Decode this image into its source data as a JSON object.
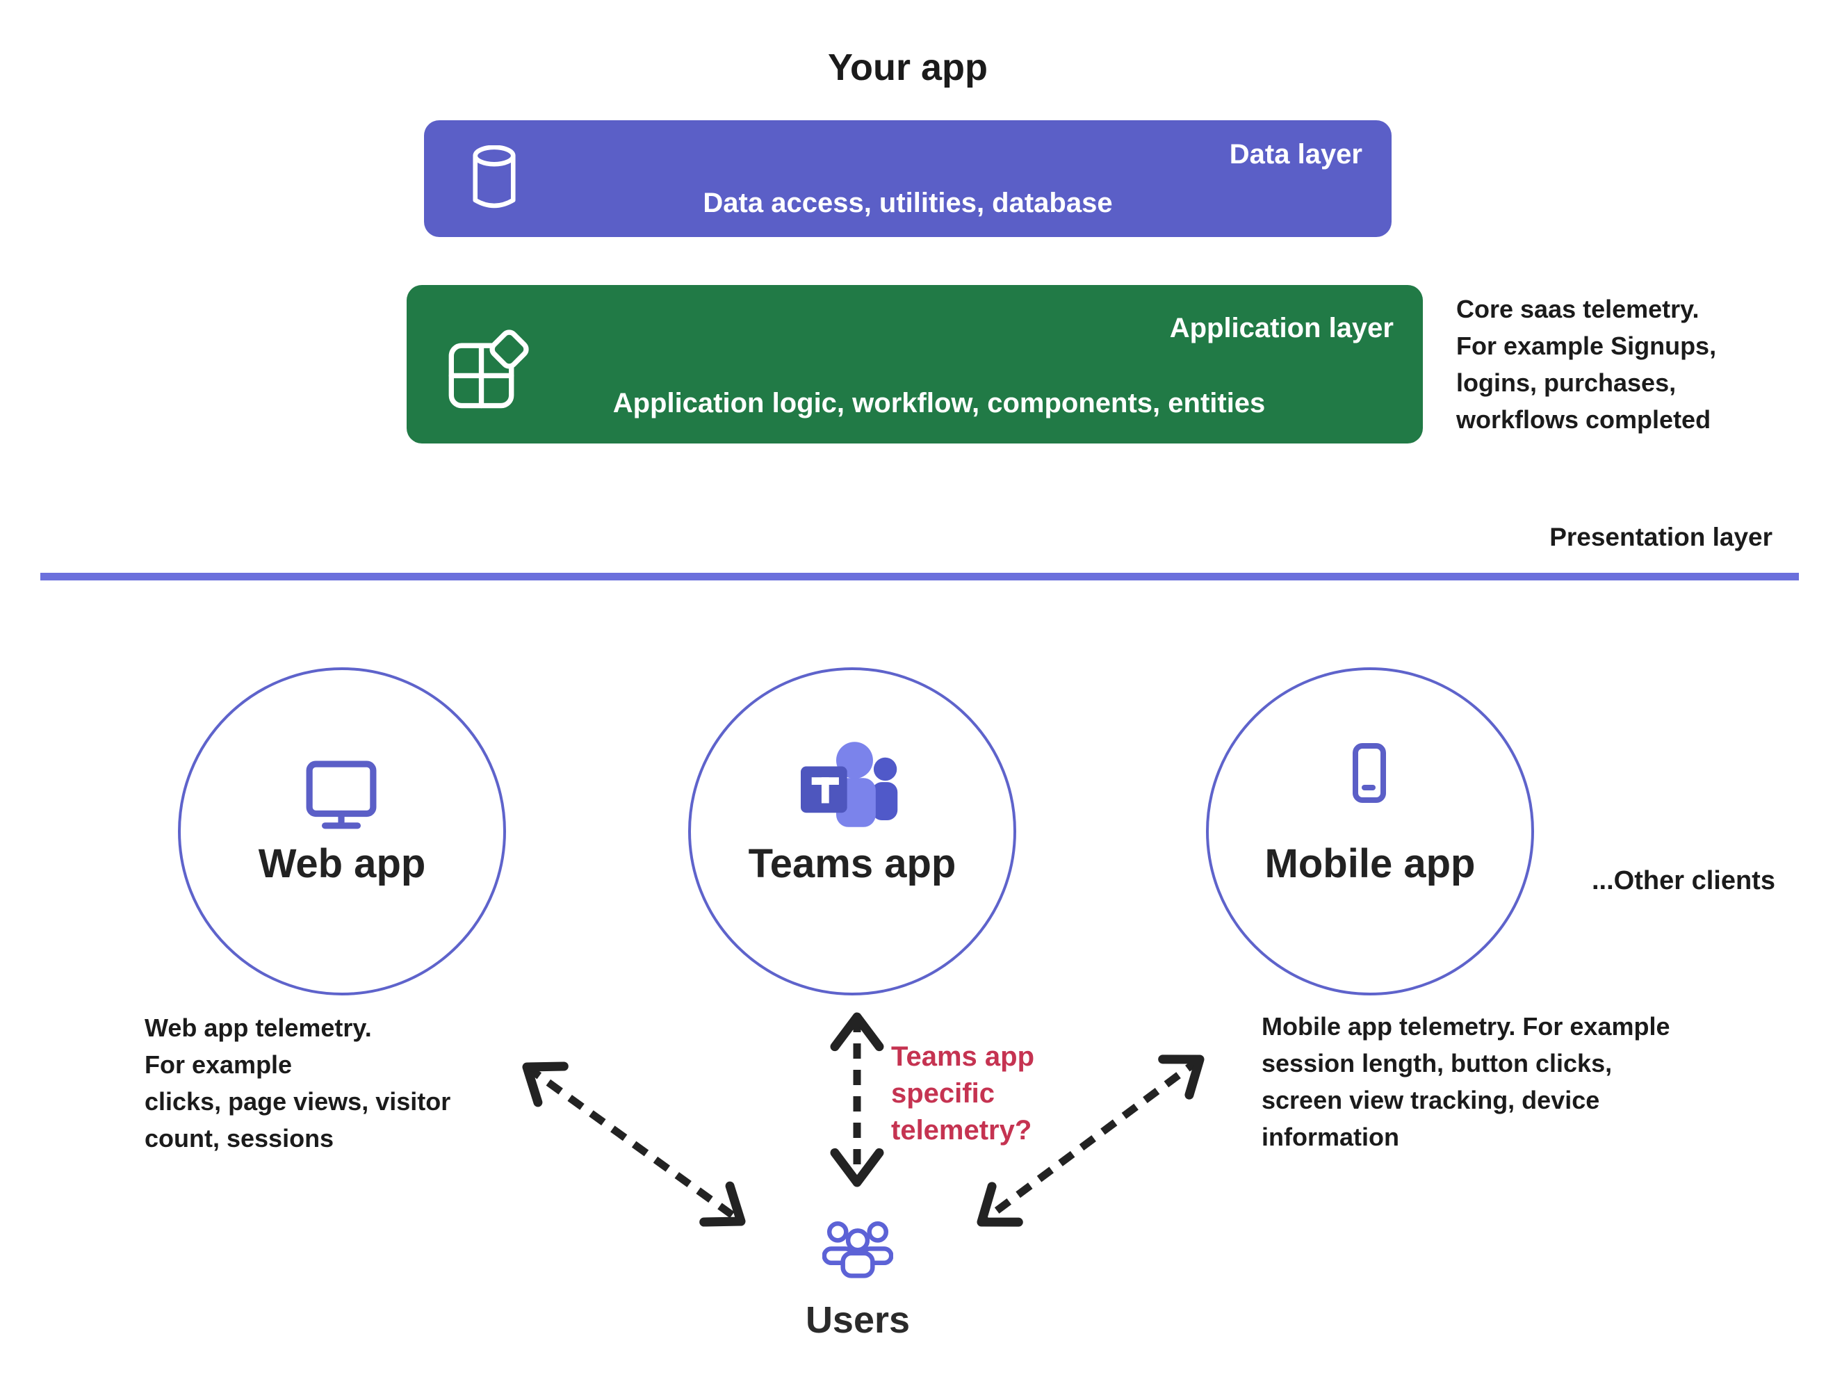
{
  "title": "Your app",
  "data_layer": {
    "label": "Data layer",
    "description": "Data access, utilities, database"
  },
  "application_layer": {
    "label": "Application layer",
    "description": "Application logic, workflow, components, entities"
  },
  "core_note": "Core saas telemetry.\nFor example Signups,\nlogins, purchases,\nworkflows completed",
  "presentation": {
    "label": "Presentation layer"
  },
  "clients": {
    "web": {
      "label": "Web app",
      "note": "Web app telemetry.\nFor example\nclicks, page views, visitor\ncount, sessions"
    },
    "teams": {
      "label": "Teams app",
      "question": "Teams app\nspecific\ntelemetry?"
    },
    "mobile": {
      "label": "Mobile app",
      "note": "Mobile app telemetry. For example\nsession length, button clicks,\nscreen view tracking, device\ninformation"
    }
  },
  "other_clients": "...Other clients",
  "users": {
    "label": "Users"
  },
  "colors": {
    "data_layer": "#5B5FC7",
    "application_layer": "#217A46",
    "circle_accent": "#5E63CB",
    "divider": "#6B70DC",
    "question_red": "#C53351",
    "arrow": "#232323",
    "teams_dark": "#4E56BE",
    "teams_mid": "#5059C9",
    "teams_light": "#7B83EB",
    "users_icon": "#5C62D6"
  }
}
